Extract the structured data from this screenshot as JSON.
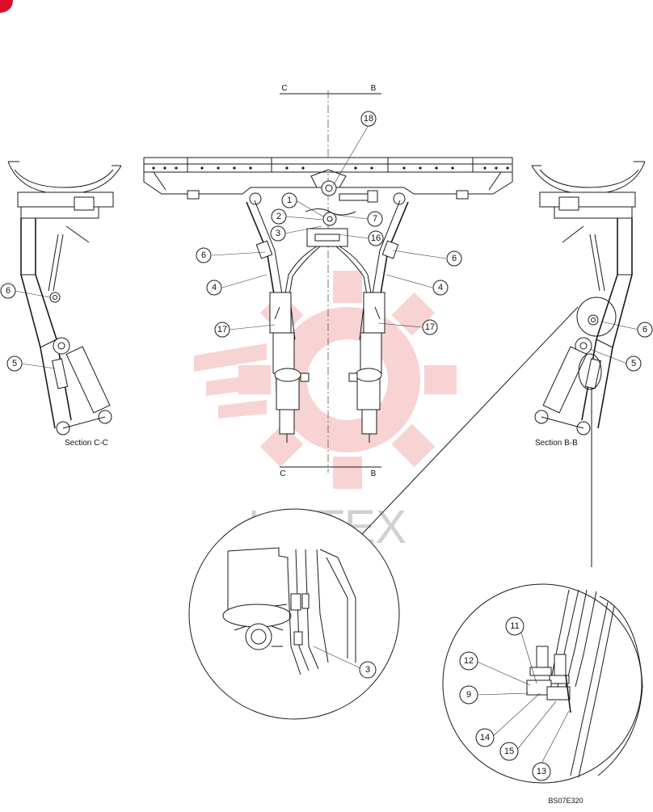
{
  "watermark": {
    "text": "ИНТЕХ"
  },
  "markers": {
    "c": "C",
    "b": "B"
  },
  "sections": {
    "left": "Section C-C",
    "right": "Section B-B"
  },
  "callouts": {
    "c1": "1",
    "c2": "2",
    "c3": "3",
    "c4": "4",
    "c5": "5",
    "c6": "6",
    "c7": "7",
    "c9": "9",
    "c11": "11",
    "c12": "12",
    "c13": "13",
    "c14": "14",
    "c15": "15",
    "c16": "16",
    "c17": "17",
    "c18": "18"
  },
  "drawing": {
    "number": "BS07E320"
  },
  "colors": {
    "accent": "#d8102a",
    "watermark": "#e23b3b",
    "line": "#1a1a1a"
  }
}
